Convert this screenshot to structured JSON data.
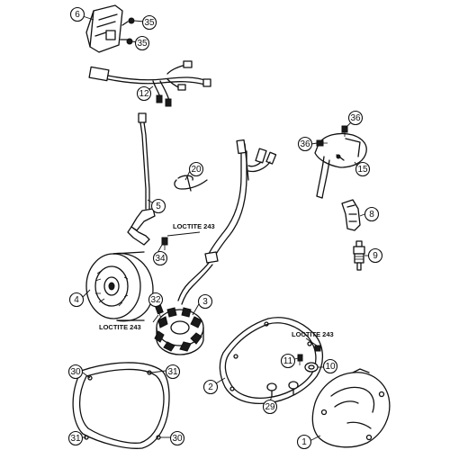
{
  "callouts": {
    "c6": "6",
    "c35a": "35",
    "c35b": "35",
    "c12": "12",
    "c36a": "36",
    "c36b": "36",
    "c15": "15",
    "c20": "20",
    "c5": "5",
    "c8": "8",
    "c34": "34",
    "c9": "9",
    "c4": "4",
    "c32": "32",
    "c3": "3",
    "c30a": "30",
    "c31a": "31",
    "c2": "2",
    "c11": "11",
    "c10": "10",
    "c29": "29",
    "c31b": "31",
    "c30b": "30",
    "c1": "1"
  },
  "notes": {
    "loctite_top": "LOCTITE 243",
    "loctite_mid": "LOCTITE 243",
    "loctite_right": "LOCTITE 243"
  }
}
